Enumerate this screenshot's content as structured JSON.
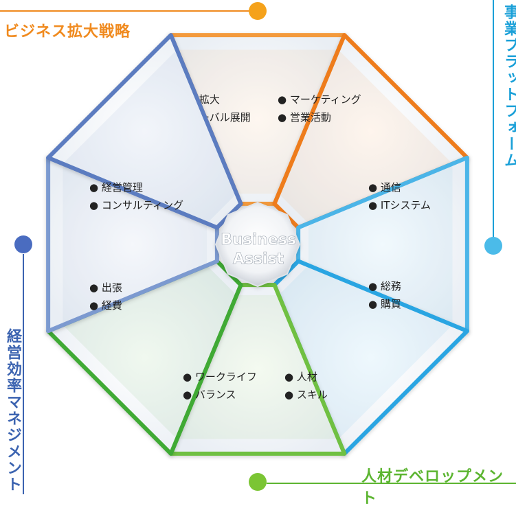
{
  "categories": {
    "top_left": {
      "label": "ビジネス拡大戦略",
      "color": "#f08a1e"
    },
    "right": {
      "label": "事業プラットフォーム",
      "color": "#1aa0d8"
    },
    "bottom": {
      "label": "人材デベロップメント",
      "color": "#5cb531"
    },
    "left": {
      "label": "経営効率マネジメント",
      "color": "#3b63b0"
    }
  },
  "center": {
    "line1": "Business",
    "line2": "Assist"
  },
  "segments": [
    {
      "name": "segment-business-expansion",
      "items": [
        "事業拡大",
        "グローバル展開"
      ],
      "color": "#f39a3c"
    },
    {
      "name": "segment-marketing",
      "items": [
        "マーケティング",
        "営業活動"
      ],
      "color": "#ee7b1c"
    },
    {
      "name": "segment-it",
      "items": [
        "通信",
        "ITシステム"
      ],
      "color": "#4bb5e8"
    },
    {
      "name": "segment-general-affairs",
      "items": [
        "総務",
        "購買"
      ],
      "color": "#29a5e2"
    },
    {
      "name": "segment-hr",
      "items": [
        "人材",
        "スキル"
      ],
      "color": "#6fc042"
    },
    {
      "name": "segment-work-life",
      "items": [
        "ワークライフ",
        "バランス"
      ],
      "color": "#3faa35"
    },
    {
      "name": "segment-travel",
      "items": [
        "出張",
        "経費"
      ],
      "color": "#7b9ad0"
    },
    {
      "name": "segment-management",
      "items": [
        "経営管理",
        "コンサルティング"
      ],
      "color": "#5b7cc0"
    }
  ]
}
